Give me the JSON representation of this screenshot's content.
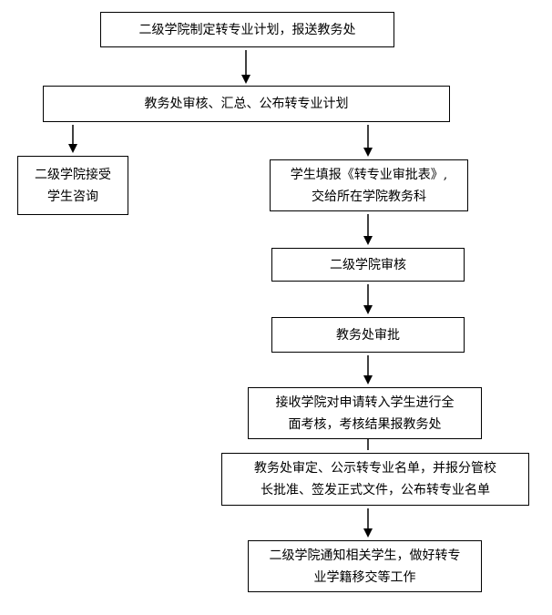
{
  "flowchart": {
    "steps": {
      "s1": "二级学院制定转专业计划，报送教务处",
      "s2": "教务处审核、汇总、公布转专业计划",
      "s3a_line1": "二级学院接受",
      "s3a_line2": "学生咨询",
      "s3b_line1": "学生填报《转专业审批表》,",
      "s3b_line2": "交给所在学院教务科",
      "s4": "二级学院审核",
      "s5": "教务处审批",
      "s6_line1": "接收学院对申请转入学生进行全",
      "s6_line2": "面考核，考核结果报教务处",
      "s7_line1": "教务处审定、公示转专业名单，并报分管校",
      "s7_line2": "长批准、签发正式文件，公布转专业名单",
      "s8_line1": "二级学院通知相关学生，做好转专",
      "s8_line2": "业学籍移交等工作"
    },
    "colors": {
      "stroke": "#000000",
      "background": "#ffffff"
    }
  }
}
